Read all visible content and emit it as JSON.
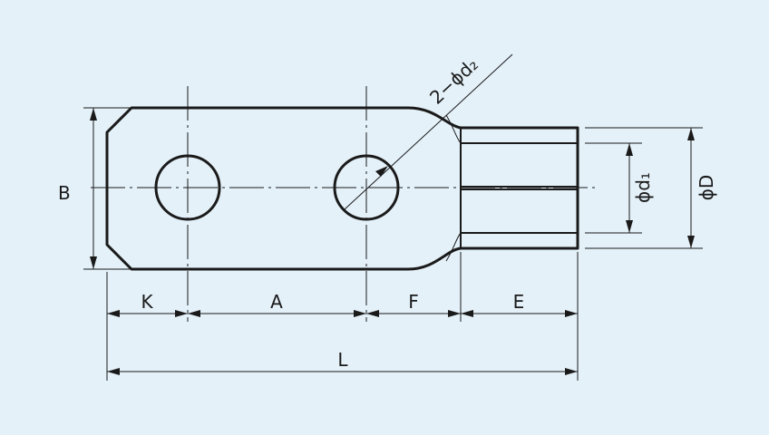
{
  "diagram": {
    "labels": {
      "B": "B",
      "K": "K",
      "A": "A",
      "F": "F",
      "E": "E",
      "L": "L",
      "hole_spec": "2−ϕd₂",
      "inner_diameter": "ϕd₁",
      "outer_diameter": "ϕD"
    },
    "colors": {
      "background": "#e4f1f9",
      "line": "#1a1a1a"
    }
  }
}
